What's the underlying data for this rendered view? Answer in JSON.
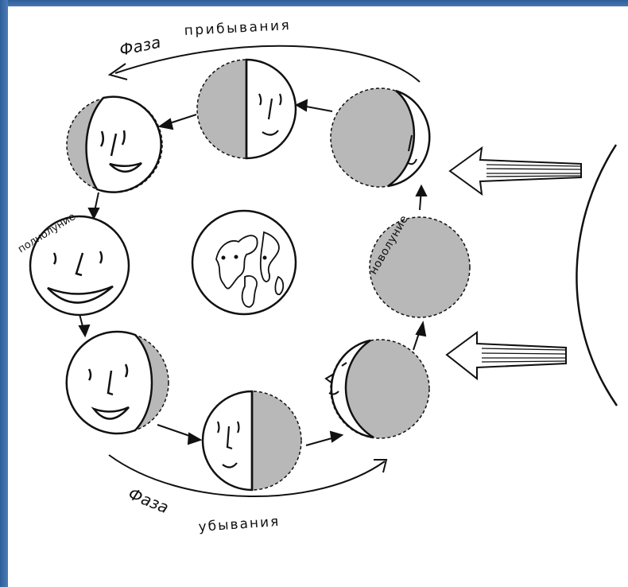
{
  "labels": {
    "waxing_phase_word1": "Фаза",
    "waxing_phase_word2": "прибывания",
    "waning_phase_word1": "Фаза",
    "waning_phase_word2": "убывания",
    "full_moon": "полнолуние",
    "new_moon": "новолуние"
  },
  "colors": {
    "ink": "#111111",
    "shade": "#b8b8b8",
    "paper": "#ffffff",
    "frame": "#3d6fa8"
  },
  "icons": [
    "moon-phase-faces",
    "earth-globe",
    "sun-arc",
    "sunlight-arrow"
  ]
}
